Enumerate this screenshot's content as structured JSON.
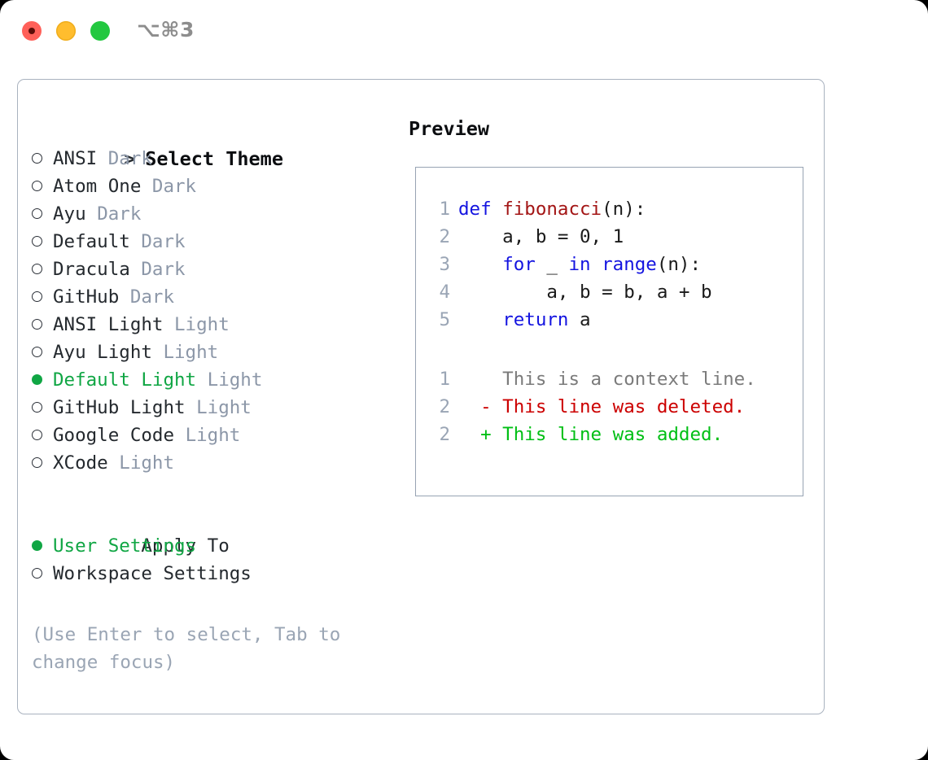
{
  "titlebar": {
    "shortcut": "⌥⌘3",
    "lights": [
      {
        "name": "close",
        "color": "#ff6059"
      },
      {
        "name": "minimize",
        "color": "#ffbd2e"
      },
      {
        "name": "maximize",
        "color": "#23c840"
      }
    ]
  },
  "colors": {
    "accent_green": "#10a644",
    "muted": "#8c97a8",
    "hint": "#9aa5b4",
    "panel_border": "#a9b2bf",
    "preview_border": "#97a3b3",
    "keyword": "#1414e0",
    "function": "#a31515",
    "diff_delete": "#cc0000",
    "diff_add": "#00bf15",
    "diff_context": "#7b7b7b",
    "line_number": "#9aa5b5"
  },
  "theme_list": {
    "header": {
      "marker": ">",
      "label": "Select Theme"
    },
    "items": [
      {
        "marker": "o",
        "label": "ANSI",
        "kind": "Dark",
        "selected": false
      },
      {
        "marker": "o",
        "label": "Atom One",
        "kind": "Dark",
        "selected": false
      },
      {
        "marker": "o",
        "label": "Ayu",
        "kind": "Dark",
        "selected": false
      },
      {
        "marker": "o",
        "label": "Default",
        "kind": "Dark",
        "selected": false
      },
      {
        "marker": "o",
        "label": "Dracula",
        "kind": "Dark",
        "selected": false
      },
      {
        "marker": "o",
        "label": "GitHub",
        "kind": "Dark",
        "selected": false
      },
      {
        "marker": "o",
        "label": "ANSI Light",
        "kind": "Light",
        "selected": false
      },
      {
        "marker": "o",
        "label": "Ayu Light",
        "kind": "Light",
        "selected": false
      },
      {
        "marker": "●",
        "label": "Default Light",
        "kind": "Light",
        "selected": true
      },
      {
        "marker": "o",
        "label": "GitHub Light",
        "kind": "Light",
        "selected": false
      },
      {
        "marker": "o",
        "label": "Google Code",
        "kind": "Light",
        "selected": false
      },
      {
        "marker": "o",
        "label": "XCode",
        "kind": "Light",
        "selected": false
      }
    ]
  },
  "apply_to": {
    "header": "Apply To",
    "options": [
      {
        "marker": "●",
        "label": "User Settings",
        "selected": true
      },
      {
        "marker": "o",
        "label": "Workspace Settings",
        "selected": false
      }
    ]
  },
  "hint": "(Use Enter to select, Tab to change focus)",
  "preview": {
    "title": "Preview",
    "code_lines": [
      {
        "num": "1",
        "tokens": [
          {
            "t": "def ",
            "c": "kw"
          },
          {
            "t": "fibonacci",
            "c": "fn"
          },
          {
            "t": "(n):",
            "c": "plain"
          }
        ]
      },
      {
        "num": "2",
        "tokens": [
          {
            "t": "    a, b = 0, 1",
            "c": "plain"
          }
        ]
      },
      {
        "num": "3",
        "tokens": [
          {
            "t": "    ",
            "c": "plain"
          },
          {
            "t": "for",
            "c": "kw"
          },
          {
            "t": " _ ",
            "c": "plain"
          },
          {
            "t": "in",
            "c": "kw"
          },
          {
            "t": " ",
            "c": "plain"
          },
          {
            "t": "range",
            "c": "kw"
          },
          {
            "t": "(n):",
            "c": "plain"
          }
        ]
      },
      {
        "num": "4",
        "tokens": [
          {
            "t": "        a, b = b, a + b",
            "c": "plain"
          }
        ]
      },
      {
        "num": "5",
        "tokens": [
          {
            "t": "    ",
            "c": "plain"
          },
          {
            "t": "return",
            "c": "kw"
          },
          {
            "t": " a",
            "c": "plain"
          }
        ]
      }
    ],
    "diff_lines": [
      {
        "num": "1",
        "sign": " ",
        "text": " This is a context line.",
        "cls": "ctx"
      },
      {
        "num": "2",
        "sign": "-",
        "text": " This line was deleted.",
        "cls": "del"
      },
      {
        "num": "2",
        "sign": "+",
        "text": " This line was added.",
        "cls": "add"
      }
    ]
  }
}
